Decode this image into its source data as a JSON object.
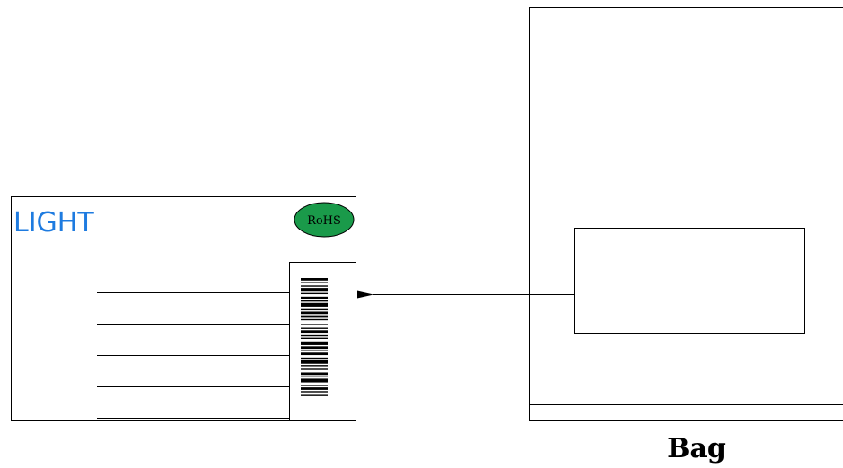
{
  "label": {
    "brand": "LIGHT",
    "brand_color": "#1e7be0",
    "badge": {
      "text": "RoHS",
      "fill": "#1a9a4a"
    }
  },
  "barcode": {
    "bar_pattern": [
      2,
      1,
      1,
      2,
      1,
      1,
      3,
      1,
      1,
      2,
      2,
      1,
      1,
      1,
      3,
      2,
      1,
      1,
      2,
      1,
      2,
      1,
      1,
      3,
      1,
      2,
      1,
      1,
      2,
      2,
      1,
      1,
      1,
      2,
      3,
      1,
      2,
      1,
      1,
      1,
      2,
      2,
      1,
      1,
      3,
      1,
      1,
      2,
      1,
      2,
      2,
      1,
      1,
      1,
      3,
      2,
      1,
      1,
      2,
      1,
      1,
      2,
      1,
      3
    ]
  },
  "bag": {
    "caption": "Bag"
  }
}
